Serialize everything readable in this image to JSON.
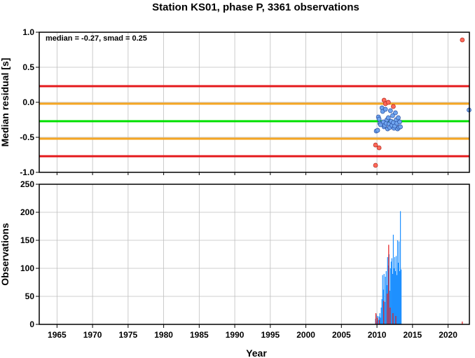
{
  "title": "Station KS01, phase P, 3361 observations",
  "xlabel": "Year",
  "colors": {
    "red_line": "#e41a1c",
    "orange_line": "#f5a623",
    "green_line": "#00e000",
    "outlier": "#ff6a5a",
    "inlier": "#6fa4ee",
    "bar_blue": "#1e90ff",
    "bar_red": "#e41a1c",
    "grid": "#bfbfbf"
  },
  "chart_data": [
    {
      "type": "scatter",
      "ylabel": "Median residual [s]",
      "annotation": "median = -0.27, smad = 0.25",
      "xlim": [
        1962.5,
        2023
      ],
      "ylim": [
        -1.0,
        1.0
      ],
      "x_ticks": [
        "1965",
        "1970",
        "1975",
        "1980",
        "1985",
        "1990",
        "1995",
        "2000",
        "2005",
        "2010",
        "2015",
        "2020"
      ],
      "y_ticks": [
        "1.0",
        "0.5",
        "0.0",
        "-0.5",
        "-1.0"
      ],
      "grid": true,
      "hlines": [
        {
          "y": 0.23,
          "color": "red"
        },
        {
          "y": -0.02,
          "color": "orange"
        },
        {
          "y": -0.27,
          "color": "green"
        },
        {
          "y": -0.52,
          "color": "orange"
        },
        {
          "y": -0.77,
          "color": "red"
        }
      ],
      "series": [
        {
          "kind": "outlier",
          "color": "#ff6a5a",
          "points": [
            [
              2009.8,
              -0.61
            ],
            [
              2009.8,
              -0.9
            ],
            [
              2010.3,
              -0.65
            ],
            [
              2011.0,
              0.03
            ],
            [
              2011.2,
              -0.02
            ],
            [
              2011.6,
              0.0
            ],
            [
              2012.3,
              -0.06
            ],
            [
              2022.0,
              0.89
            ]
          ]
        },
        {
          "kind": "inlier",
          "color": "#6fa4ee",
          "points": [
            [
              2009.9,
              -0.41
            ],
            [
              2010.1,
              -0.4
            ],
            [
              2010.2,
              -0.21
            ],
            [
              2010.3,
              -0.24
            ],
            [
              2010.4,
              -0.3
            ],
            [
              2010.5,
              -0.32
            ],
            [
              2010.7,
              -0.08
            ],
            [
              2010.8,
              -0.13
            ],
            [
              2010.9,
              -0.28
            ],
            [
              2011.0,
              -0.35
            ],
            [
              2011.1,
              -0.33
            ],
            [
              2011.2,
              -0.1
            ],
            [
              2011.3,
              -0.3
            ],
            [
              2011.4,
              -0.25
            ],
            [
              2011.5,
              -0.38
            ],
            [
              2011.6,
              -0.22
            ],
            [
              2011.7,
              -0.31
            ],
            [
              2011.8,
              -0.36
            ],
            [
              2011.9,
              -0.12
            ],
            [
              2012.0,
              -0.27
            ],
            [
              2012.1,
              -0.33
            ],
            [
              2012.2,
              -0.19
            ],
            [
              2012.3,
              -0.29
            ],
            [
              2012.4,
              -0.37
            ],
            [
              2012.5,
              -0.34
            ],
            [
              2012.6,
              -0.15
            ],
            [
              2012.7,
              -0.25
            ],
            [
              2012.8,
              -0.3
            ],
            [
              2012.9,
              -0.38
            ],
            [
              2013.0,
              -0.22
            ],
            [
              2013.1,
              -0.36
            ],
            [
              2013.2,
              -0.28
            ],
            [
              2013.3,
              -0.35
            ],
            [
              2022.95,
              -0.11
            ]
          ]
        }
      ]
    },
    {
      "type": "bar",
      "ylabel": "Observations",
      "xlim": [
        1962.5,
        2023
      ],
      "ylim": [
        0,
        250
      ],
      "x_ticks": [
        "1965",
        "1970",
        "1975",
        "1980",
        "1985",
        "1990",
        "1995",
        "2000",
        "2005",
        "2010",
        "2015",
        "2020"
      ],
      "y_ticks": [
        "250",
        "200",
        "150",
        "100",
        "50",
        "0"
      ],
      "grid": true,
      "series": [
        {
          "name": "inlier",
          "color": "#1e90ff",
          "x": [
            2009.8,
            2009.9,
            2010.0,
            2010.1,
            2010.2,
            2010.3,
            2010.4,
            2010.5,
            2010.6,
            2010.7,
            2010.8,
            2010.9,
            2011.0,
            2011.1,
            2011.2,
            2011.3,
            2011.4,
            2011.5,
            2011.6,
            2011.7,
            2011.8,
            2011.9,
            2012.0,
            2012.1,
            2012.2,
            2012.3,
            2012.4,
            2012.5,
            2012.6,
            2012.7,
            2012.8,
            2012.9,
            2013.0,
            2013.1,
            2013.2,
            2013.3,
            2013.4
          ],
          "values": [
            10,
            18,
            5,
            15,
            8,
            14,
            20,
            12,
            30,
            45,
            88,
            62,
            90,
            40,
            85,
            95,
            70,
            120,
            105,
            125,
            60,
            100,
            112,
            118,
            90,
            160,
            100,
            120,
            95,
            122,
            88,
            150,
            110,
            148,
            95,
            202,
            98
          ]
        },
        {
          "name": "outlier",
          "color": "#e41a1c",
          "x": [
            2009.85,
            2010.05,
            2010.35,
            2010.95,
            2011.45,
            2011.65,
            2011.85,
            2012.25,
            2012.65,
            2022.0
          ],
          "values": [
            20,
            12,
            8,
            42,
            55,
            142,
            30,
            20,
            15,
            5
          ]
        }
      ]
    }
  ]
}
